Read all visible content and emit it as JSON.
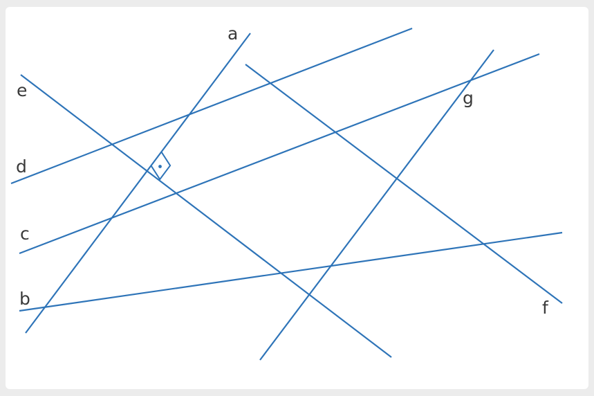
{
  "colors": {
    "line": "#2e74b8",
    "label": "#3a3a3a",
    "background": "#ffffff",
    "frame": "#ececec"
  },
  "lines": [
    {
      "id": "a",
      "label": "a"
    },
    {
      "id": "b",
      "label": "b"
    },
    {
      "id": "c",
      "label": "c"
    },
    {
      "id": "d",
      "label": "d"
    },
    {
      "id": "e",
      "label": "e"
    },
    {
      "id": "f",
      "label": "f"
    },
    {
      "id": "g",
      "label": "g"
    }
  ],
  "right_angle": {
    "between": [
      "a",
      "e"
    ]
  }
}
